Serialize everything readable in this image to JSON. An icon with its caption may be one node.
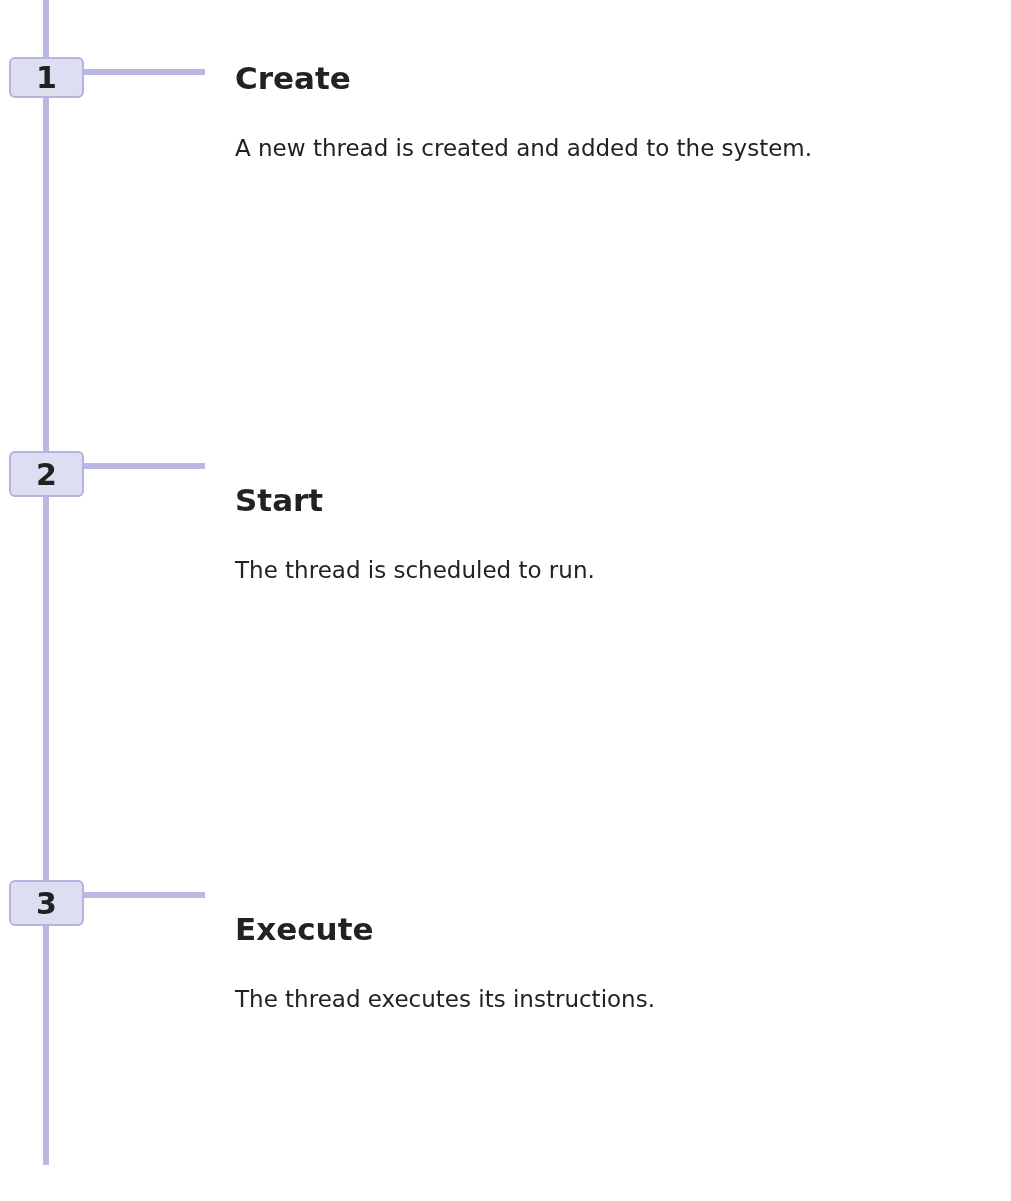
{
  "diagram": {
    "nodes": [
      {
        "text": [
          "1"
        ]
      },
      {
        "text": [
          "Create",
          "A new thread is created and added to the system."
        ]
      },
      {
        "text": [
          "2"
        ]
      },
      {
        "text": [
          "Start",
          "The thread is scheduled to run."
        ]
      },
      {
        "text": [
          "3"
        ]
      },
      {
        "text": [
          "Execute",
          "The thread executes its instructions."
        ]
      }
    ],
    "edges": [
      {
        "from": 0,
        "to": 1,
        "arrow": "none"
      },
      {
        "from": 2,
        "to": 3,
        "arrow": "none"
      },
      {
        "from": 4,
        "to": 5,
        "arrow": "none"
      },
      {
        "from": 0,
        "to": 2,
        "arrow": "none"
      },
      {
        "from": 2,
        "to": 4,
        "arrow": "none"
      }
    ]
  }
}
